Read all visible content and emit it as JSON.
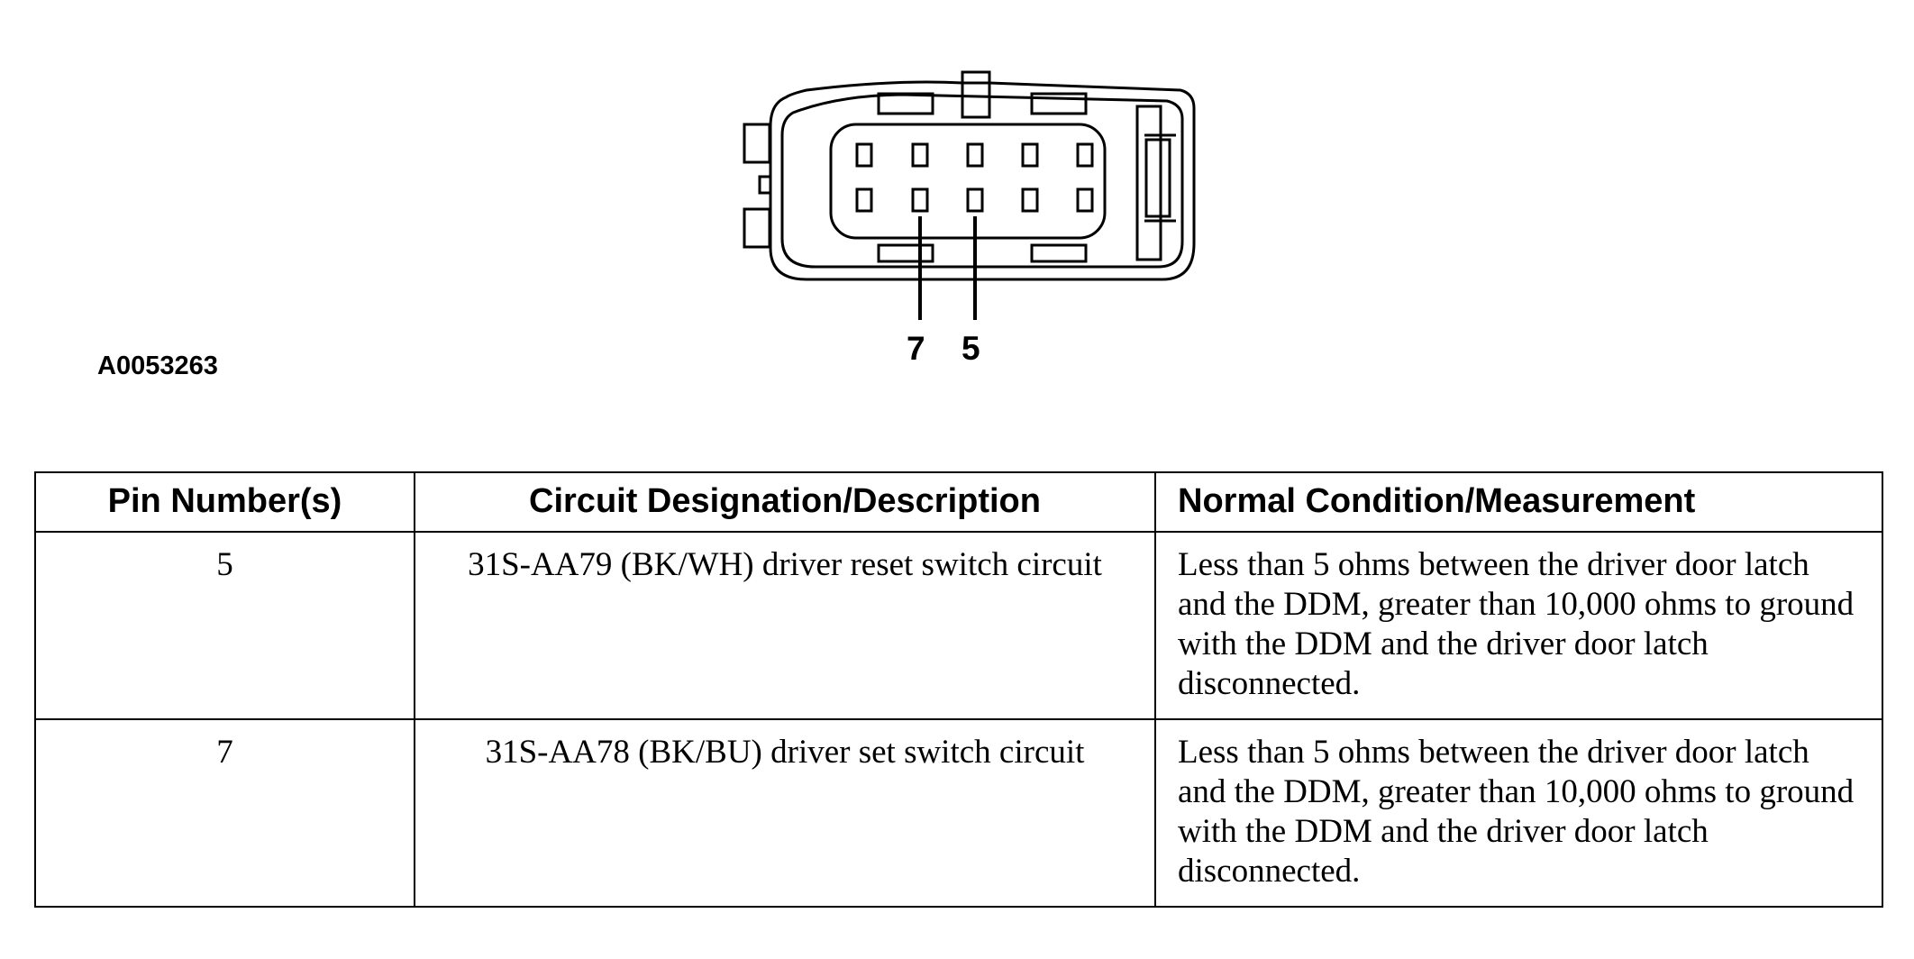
{
  "figure": {
    "id": "A0053263",
    "pin_labels": [
      "7",
      "5"
    ]
  },
  "table": {
    "headers": [
      "Pin Number(s)",
      "Circuit Designation/Description",
      "Normal Condition/Measurement"
    ],
    "rows": [
      {
        "pin": "5",
        "circuit": "31S-AA79 (BK/WH) driver reset switch circuit",
        "measurement": "Less than 5 ohms between the driver door latch and the DDM, greater than 10,000 ohms to ground with the DDM and the driver door latch disconnected."
      },
      {
        "pin": "7",
        "circuit": "31S-AA78 (BK/BU) driver set switch circuit",
        "measurement": "Less than 5 ohms between the driver door latch and the DDM, greater than 10,000 ohms to ground with the DDM and the driver door latch disconnected."
      }
    ]
  }
}
